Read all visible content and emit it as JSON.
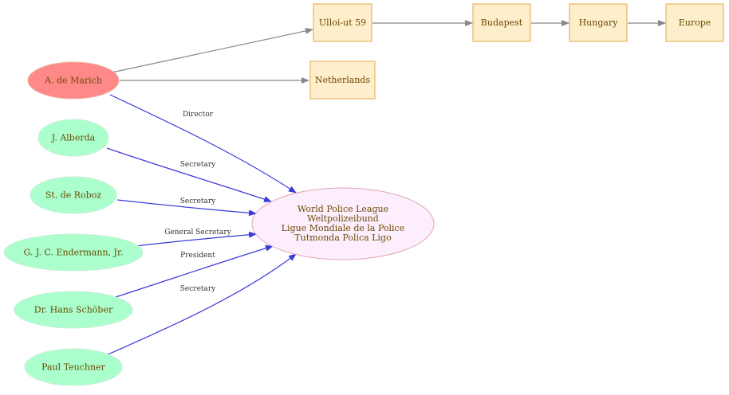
{
  "colors": {
    "person_highlight_fill": "#ff8888",
    "person_highlight_stroke": "#e8b9a0",
    "person_fill": "#aaffcc",
    "person_stroke": "#c8eed8",
    "org_fill": "#fdeefe",
    "org_stroke": "#e3a4b4",
    "place_fill": "#ffeecc",
    "place_stroke": "#e0a84a",
    "place_edge": "#888888",
    "role_edge": "#3a3adb",
    "text": "#6b4a00"
  },
  "nodes": {
    "marich": "A.  de Marich",
    "alberda": "J. Alberda",
    "roboz": "St. de Roboz",
    "endermann": "G. J. C. Endermann, Jr.",
    "schober": "Dr.  Hans Schöber",
    "teuchner": "Paul Teuchner",
    "ulloi": "Ulloi-ut 59",
    "budapest": "Budapest",
    "hungary": "Hungary",
    "europe": "Europe",
    "netherlands": "Netherlands",
    "wpl": [
      "World Police League",
      "Weltpolizeibund",
      "Ligue Mondiale de la Police",
      "Tutmonda Polica Ligo"
    ]
  },
  "edges": {
    "director": "Director",
    "alberda_role": "Secretary",
    "roboz_role": "Secretary",
    "endermann_role": "General Secretary",
    "schober_role": "President",
    "teuchner_role": "Secretary"
  }
}
